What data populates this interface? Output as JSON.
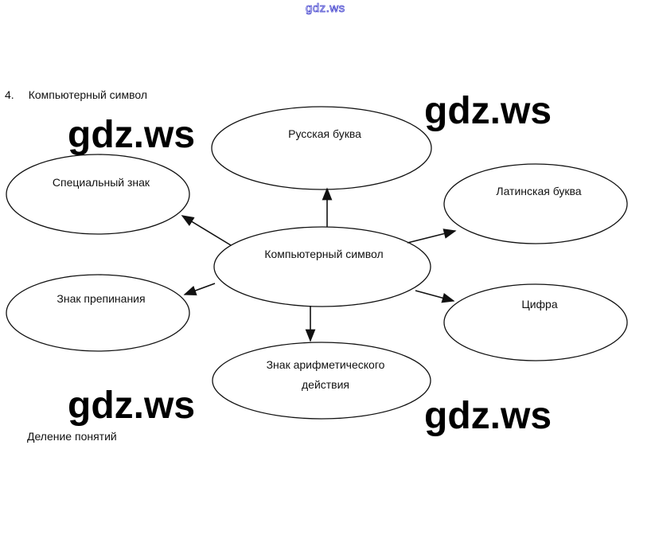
{
  "watermark_top": "gdz.ws",
  "watermarks": [
    "gdz.ws",
    "gdz.ws",
    "gdz.ws",
    "gdz.ws"
  ],
  "task": {
    "number": "4.",
    "title": "Компьютерный символ"
  },
  "diagram": {
    "center": "Компьютерный символ",
    "nodes": {
      "top": "Русская буква",
      "top_left": "Специальный знак",
      "top_right": "Латинская буква",
      "bottom_left": "Знак препинания",
      "bottom_right": "Цифра",
      "bottom_line1": "Знак арифметического",
      "bottom_line2": "действия"
    }
  },
  "footer": "Деление понятий"
}
